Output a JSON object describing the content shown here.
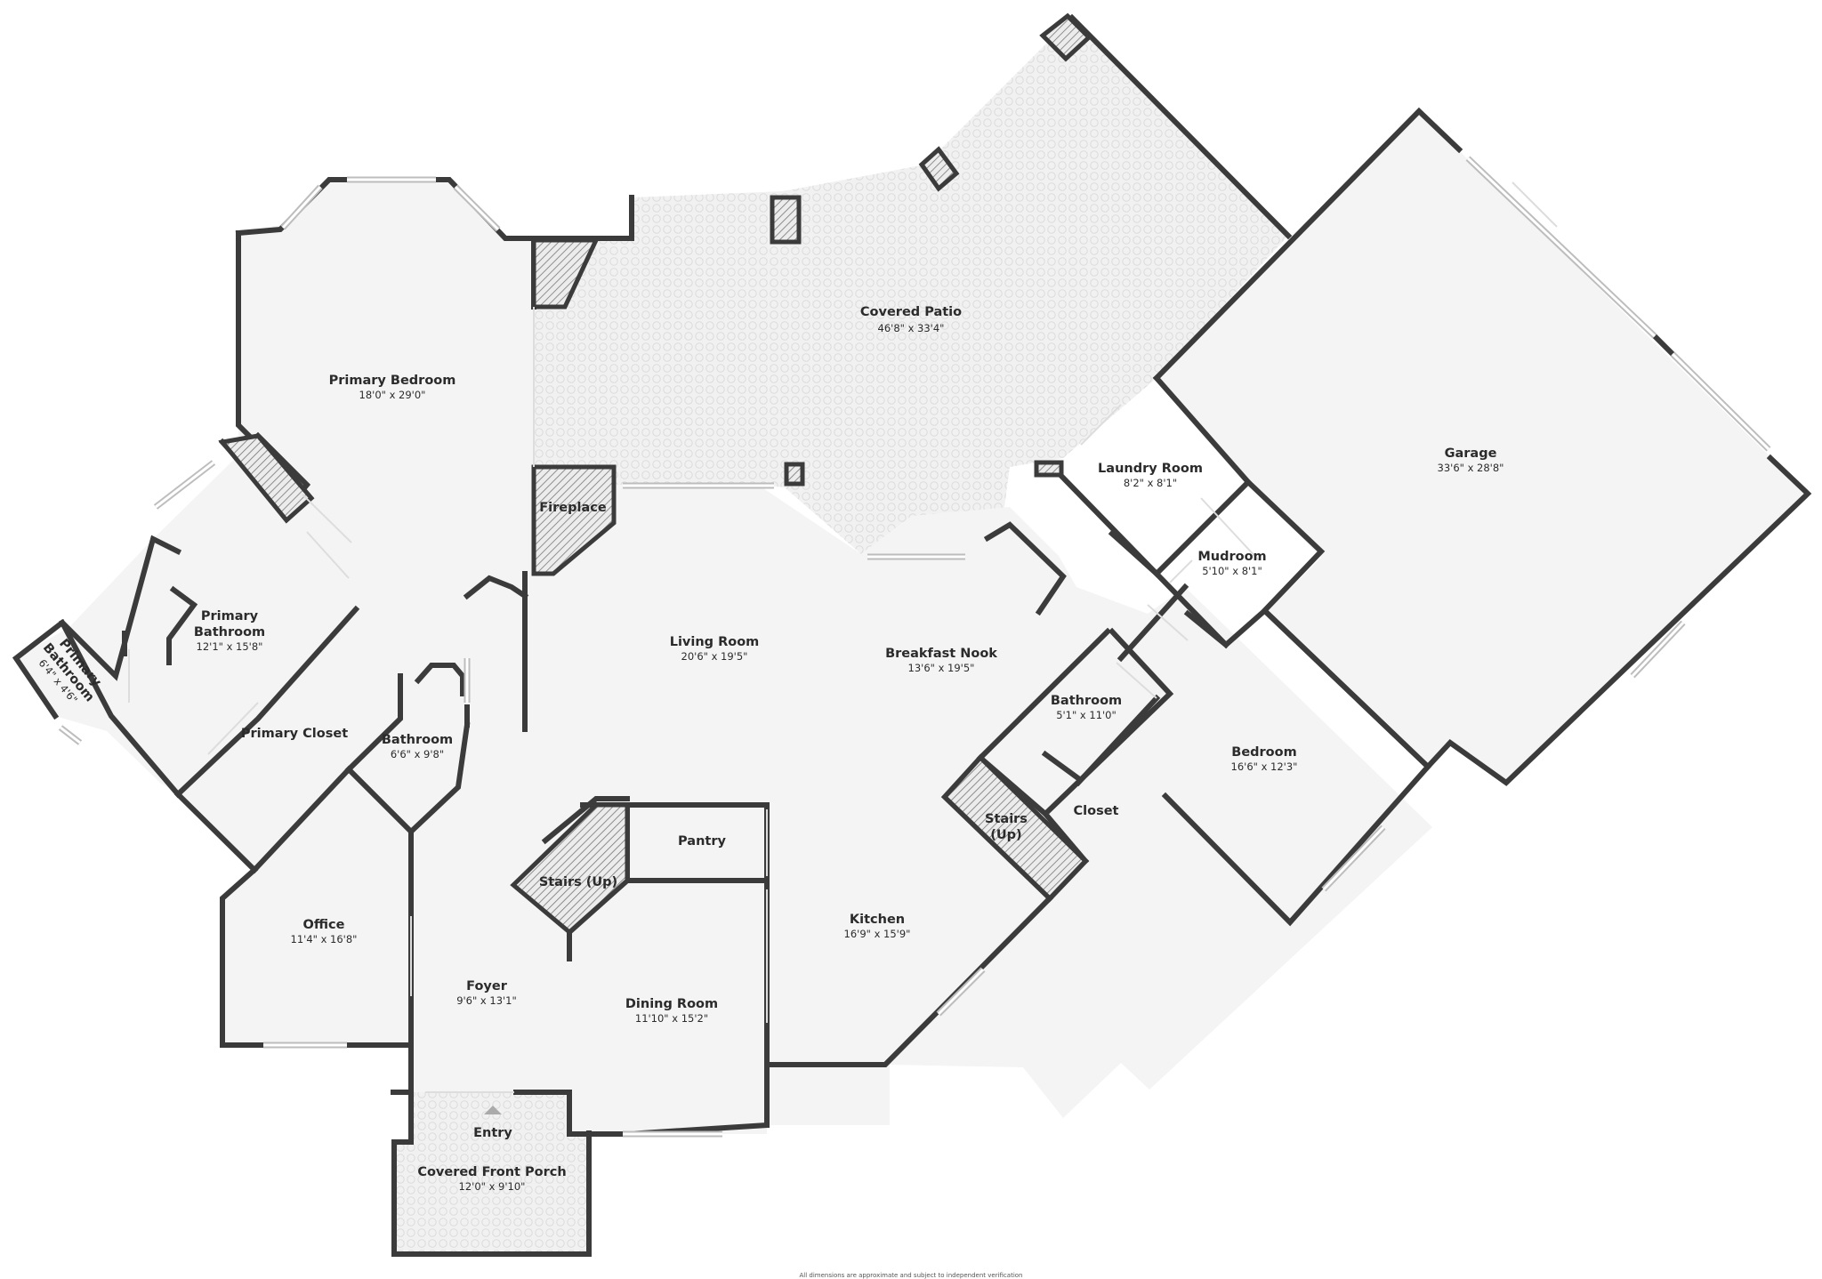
{
  "rooms": {
    "covered_patio": {
      "name": "Covered Patio",
      "dim": "46'8\" x 33'4\""
    },
    "primary_bedroom": {
      "name": "Primary Bedroom",
      "dim": "18'0\" x 29'0\""
    },
    "garage": {
      "name": "Garage",
      "dim": "33'6\" x 28'8\""
    },
    "laundry_room": {
      "name": "Laundry Room",
      "dim": "8'2\" x 8'1\""
    },
    "mudroom": {
      "name": "Mudroom",
      "dim": "5'10\" x 8'1\""
    },
    "fireplace": {
      "name": "Fireplace"
    },
    "primary_bathroom_large": {
      "name_line1": "Primary",
      "name_line2": "Bathroom",
      "dim": "12'1\" x 15'8\""
    },
    "primary_bathroom_small": {
      "name_line1": "Primary",
      "name_line2": "Bathroom",
      "dim": "6'4\" x 4'6\""
    },
    "living_room": {
      "name": "Living Room",
      "dim": "20'6\" x 19'5\""
    },
    "breakfast_nook": {
      "name": "Breakfast Nook",
      "dim": "13'6\" x 19'5\""
    },
    "bathroom_east": {
      "name": "Bathroom",
      "dim": "5'1\" x 11'0\""
    },
    "bedroom": {
      "name": "Bedroom",
      "dim": "16'6\" x 12'3\""
    },
    "primary_closet": {
      "name": "Primary Closet"
    },
    "bathroom_west": {
      "name": "Bathroom",
      "dim": "6'6\" x 9'8\""
    },
    "closet": {
      "name": "Closet"
    },
    "stairs_east": {
      "name_line1": "Stairs",
      "name_line2": "(Up)"
    },
    "pantry": {
      "name": "Pantry"
    },
    "stairs_center": {
      "name": "Stairs (Up)"
    },
    "office": {
      "name": "Office",
      "dim": "11'4\" x 16'8\""
    },
    "kitchen": {
      "name": "Kitchen",
      "dim": "16'9\" x 15'9\""
    },
    "foyer": {
      "name": "Foyer",
      "dim": "9'6\" x 13'1\""
    },
    "dining_room": {
      "name": "Dining Room",
      "dim": "11'10\" x 15'2\""
    },
    "entry": {
      "name": "Entry"
    },
    "covered_front_porch": {
      "name": "Covered Front Porch",
      "dim": "12'0\" x 9'10\""
    }
  },
  "disclaimer": "All dimensions are approximate and subject to independent verification",
  "colors": {
    "wall": "#3b3b3b",
    "floor": "#f4f4f4",
    "window": "#bdbdbd",
    "text": "#2b2b2b"
  }
}
